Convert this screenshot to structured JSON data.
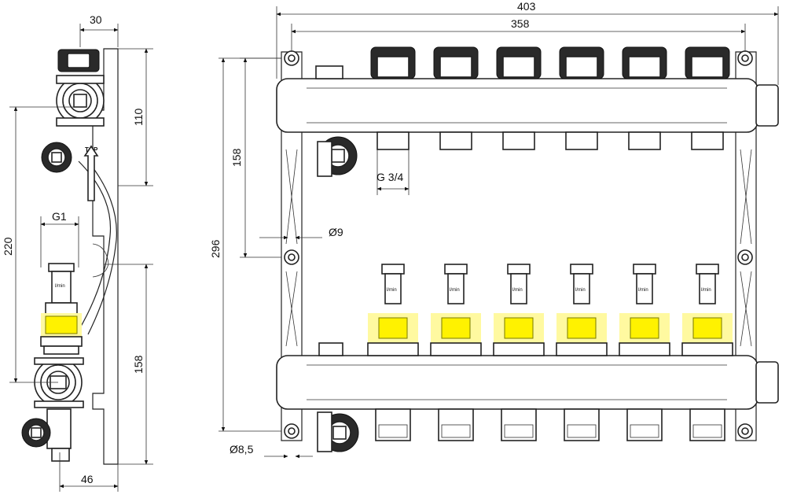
{
  "dimensions": {
    "total_width": "403",
    "pipe_span": "358",
    "side_depth_top": "30",
    "side_depth_bottom": "46",
    "upper_height": "110",
    "lower_height": "158",
    "side_total": "220",
    "front_upper": "158",
    "front_total": "296",
    "thread_side": "G1",
    "thread_outlet": "G 3/4",
    "hole_d9": "Ø9",
    "hole_d85": "Ø8,5"
  },
  "labels": {
    "top_mark": "TOP",
    "flow_unit": "l/min"
  },
  "colors": {
    "flowmeter_yellow": "#fff200",
    "line": "#222222"
  }
}
